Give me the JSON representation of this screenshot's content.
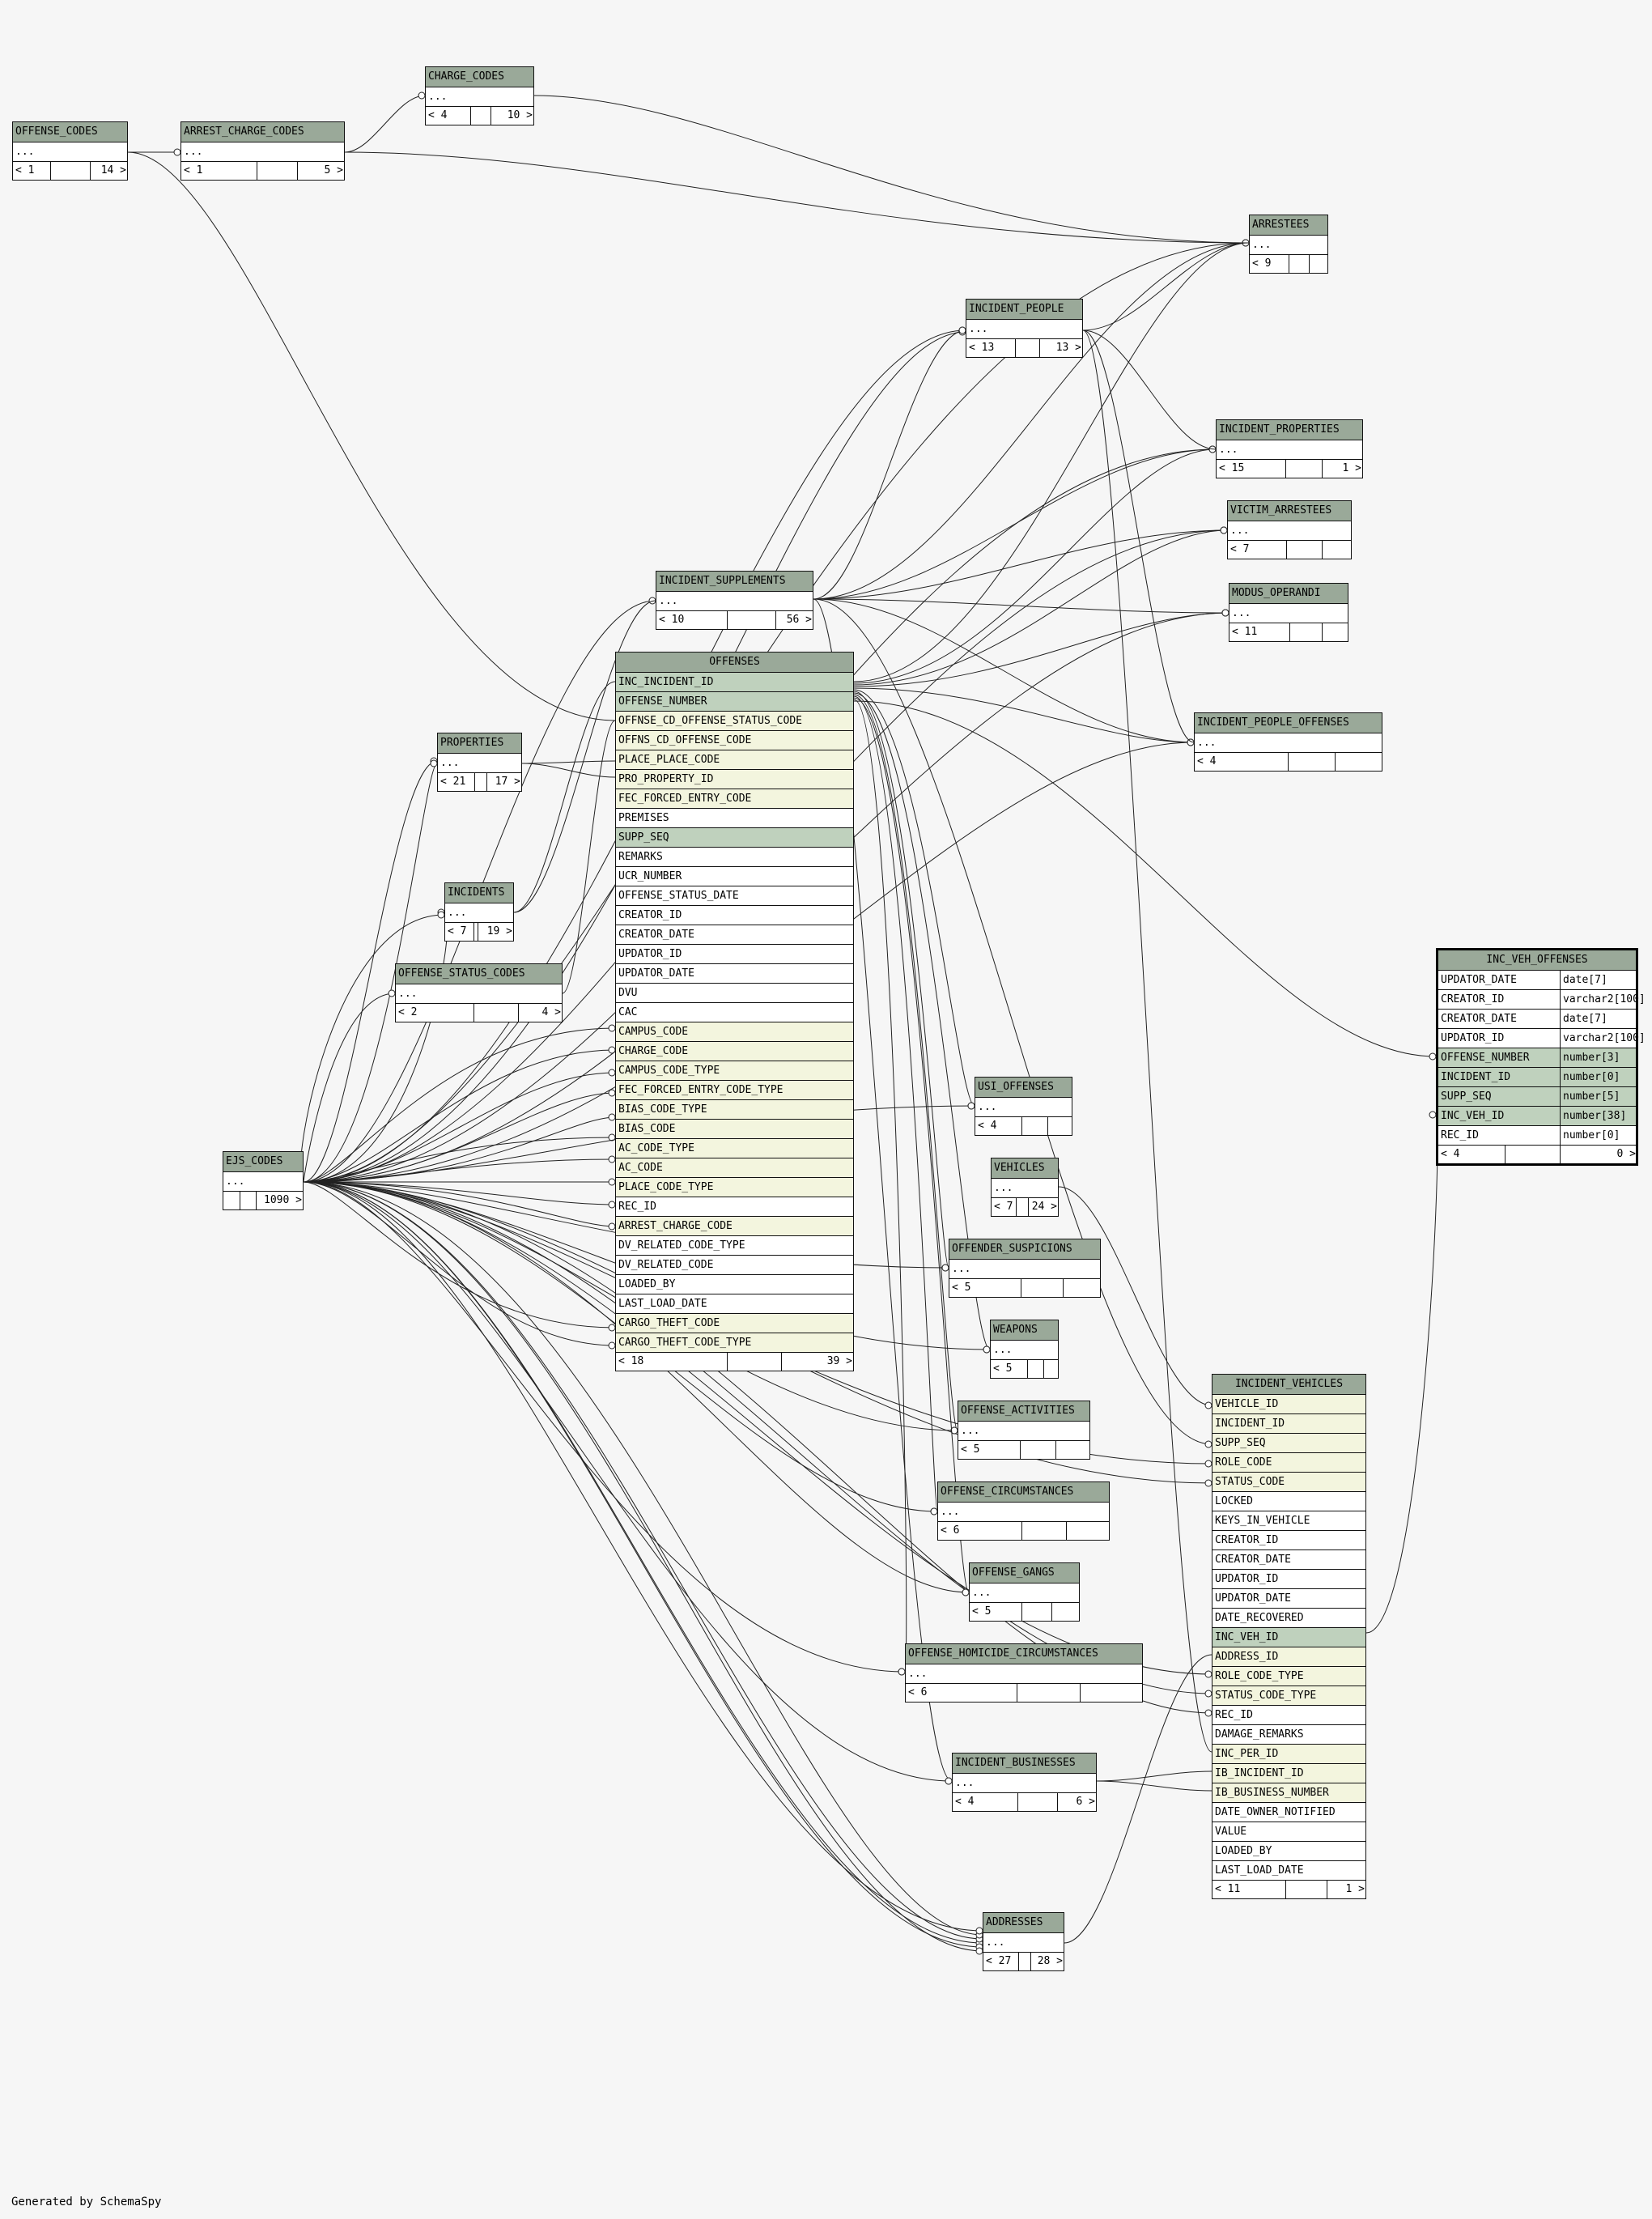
{
  "footer": "Generated by SchemaSpy",
  "tables": [
    {
      "name": "OFFENSE_CODES",
      "dots": "...",
      "left": "1",
      "right": "14"
    },
    {
      "name": "ARREST_CHARGE_CODES",
      "dots": "...",
      "left": "1",
      "right": "5"
    },
    {
      "name": "CHARGE_CODES",
      "dots": "...",
      "left": "4",
      "right": "10"
    },
    {
      "name": "ARRESTEES",
      "dots": "...",
      "left": "9",
      "right": ""
    },
    {
      "name": "INCIDENT_PEOPLE",
      "dots": "...",
      "left": "13",
      "right": "13"
    },
    {
      "name": "INCIDENT_PROPERTIES",
      "dots": "...",
      "left": "15",
      "right": "1"
    },
    {
      "name": "VICTIM_ARRESTEES",
      "dots": "...",
      "left": "7",
      "right": ""
    },
    {
      "name": "MODUS_OPERANDI",
      "dots": "...",
      "left": "11",
      "right": ""
    },
    {
      "name": "INCIDENT_SUPPLEMENTS",
      "dots": "...",
      "left": "10",
      "right": "56"
    },
    {
      "name": "INCIDENT_PEOPLE_OFFENSES",
      "dots": "...",
      "left": "4",
      "right": ""
    },
    {
      "name": "PROPERTIES",
      "dots": "...",
      "left": "21",
      "right": "17"
    },
    {
      "name": "INCIDENTS",
      "dots": "...",
      "left": "7",
      "right": "19"
    },
    {
      "name": "OFFENSE_STATUS_CODES",
      "dots": "...",
      "left": "2",
      "right": "4"
    },
    {
      "name": "EJS_CODES",
      "dots": "...",
      "left": "",
      "right": "1090"
    },
    {
      "name": "USI_OFFENSES",
      "dots": "...",
      "left": "4",
      "right": ""
    },
    {
      "name": "VEHICLES",
      "dots": "...",
      "left": "7",
      "right": "24"
    },
    {
      "name": "OFFENDER_SUSPICIONS",
      "dots": "...",
      "left": "5",
      "right": ""
    },
    {
      "name": "WEAPONS",
      "dots": "...",
      "left": "5",
      "right": ""
    },
    {
      "name": "OFFENSE_ACTIVITIES",
      "dots": "...",
      "left": "5",
      "right": ""
    },
    {
      "name": "OFFENSE_CIRCUMSTANCES",
      "dots": "...",
      "left": "6",
      "right": ""
    },
    {
      "name": "OFFENSE_GANGS",
      "dots": "...",
      "left": "5",
      "right": ""
    },
    {
      "name": "OFFENSE_HOMICIDE_CIRCUMSTANCES",
      "dots": "...",
      "left": "6",
      "right": ""
    },
    {
      "name": "INCIDENT_BUSINESSES",
      "dots": "...",
      "left": "4",
      "right": "6"
    },
    {
      "name": "ADDRESSES",
      "dots": "...",
      "left": "27",
      "right": "28"
    }
  ],
  "offenses": {
    "name": "OFFENSES",
    "columns": [
      {
        "name": "INC_INCIDENT_ID",
        "kind": "pk"
      },
      {
        "name": "OFFENSE_NUMBER",
        "kind": "pk"
      },
      {
        "name": "OFFNSE_CD_OFFENSE_STATUS_CODE",
        "kind": "fk"
      },
      {
        "name": "OFFNS_CD_OFFENSE_CODE",
        "kind": "fk"
      },
      {
        "name": "PLACE_PLACE_CODE",
        "kind": "fk"
      },
      {
        "name": "PRO_PROPERTY_ID",
        "kind": "fk"
      },
      {
        "name": "FEC_FORCED_ENTRY_CODE",
        "kind": "fk"
      },
      {
        "name": "PREMISES",
        "kind": ""
      },
      {
        "name": "SUPP_SEQ",
        "kind": "pk"
      },
      {
        "name": "REMARKS",
        "kind": ""
      },
      {
        "name": "UCR_NUMBER",
        "kind": ""
      },
      {
        "name": "OFFENSE_STATUS_DATE",
        "kind": ""
      },
      {
        "name": "CREATOR_ID",
        "kind": ""
      },
      {
        "name": "CREATOR_DATE",
        "kind": ""
      },
      {
        "name": "UPDATOR_ID",
        "kind": ""
      },
      {
        "name": "UPDATOR_DATE",
        "kind": ""
      },
      {
        "name": "DVU",
        "kind": ""
      },
      {
        "name": "CAC",
        "kind": ""
      },
      {
        "name": "CAMPUS_CODE",
        "kind": "fk"
      },
      {
        "name": "CHARGE_CODE",
        "kind": "fk"
      },
      {
        "name": "CAMPUS_CODE_TYPE",
        "kind": "fk"
      },
      {
        "name": "FEC_FORCED_ENTRY_CODE_TYPE",
        "kind": "fk"
      },
      {
        "name": "BIAS_CODE_TYPE",
        "kind": "fk"
      },
      {
        "name": "BIAS_CODE",
        "kind": "fk"
      },
      {
        "name": "AC_CODE_TYPE",
        "kind": "fk"
      },
      {
        "name": "AC_CODE",
        "kind": "fk"
      },
      {
        "name": "PLACE_CODE_TYPE",
        "kind": "fk"
      },
      {
        "name": "REC_ID",
        "kind": ""
      },
      {
        "name": "ARREST_CHARGE_CODE",
        "kind": "fk"
      },
      {
        "name": "DV_RELATED_CODE_TYPE",
        "kind": ""
      },
      {
        "name": "DV_RELATED_CODE",
        "kind": ""
      },
      {
        "name": "LOADED_BY",
        "kind": ""
      },
      {
        "name": "LAST_LOAD_DATE",
        "kind": ""
      },
      {
        "name": "CARGO_THEFT_CODE",
        "kind": "fk"
      },
      {
        "name": "CARGO_THEFT_CODE_TYPE",
        "kind": "fk"
      }
    ],
    "left": "18",
    "right": "39"
  },
  "incident_vehicles": {
    "name": "INCIDENT_VEHICLES",
    "columns": [
      {
        "name": "VEHICLE_ID",
        "kind": "fk"
      },
      {
        "name": "INCIDENT_ID",
        "kind": "fk"
      },
      {
        "name": "SUPP_SEQ",
        "kind": "fk"
      },
      {
        "name": "ROLE_CODE",
        "kind": "fk"
      },
      {
        "name": "STATUS_CODE",
        "kind": "fk"
      },
      {
        "name": "LOCKED",
        "kind": ""
      },
      {
        "name": "KEYS_IN_VEHICLE",
        "kind": ""
      },
      {
        "name": "CREATOR_ID",
        "kind": ""
      },
      {
        "name": "CREATOR_DATE",
        "kind": ""
      },
      {
        "name": "UPDATOR_ID",
        "kind": ""
      },
      {
        "name": "UPDATOR_DATE",
        "kind": ""
      },
      {
        "name": "DATE_RECOVERED",
        "kind": ""
      },
      {
        "name": "INC_VEH_ID",
        "kind": "pk"
      },
      {
        "name": "ADDRESS_ID",
        "kind": "fk"
      },
      {
        "name": "ROLE_CODE_TYPE",
        "kind": "fk"
      },
      {
        "name": "STATUS_CODE_TYPE",
        "kind": "fk"
      },
      {
        "name": "REC_ID",
        "kind": ""
      },
      {
        "name": "DAMAGE_REMARKS",
        "kind": ""
      },
      {
        "name": "INC_PER_ID",
        "kind": "fk"
      },
      {
        "name": "IB_INCIDENT_ID",
        "kind": "fk"
      },
      {
        "name": "IB_BUSINESS_NUMBER",
        "kind": "fk"
      },
      {
        "name": "DATE_OWNER_NOTIFIED",
        "kind": ""
      },
      {
        "name": "VALUE",
        "kind": ""
      },
      {
        "name": "LOADED_BY",
        "kind": ""
      },
      {
        "name": "LAST_LOAD_DATE",
        "kind": ""
      }
    ],
    "left": "11",
    "right": "1"
  },
  "inc_veh_offenses": {
    "name": "INC_VEH_OFFENSES",
    "columns": [
      {
        "name": "UPDATOR_DATE",
        "type": "date[7]",
        "kind": ""
      },
      {
        "name": "CREATOR_ID",
        "type": "varchar2[100]",
        "kind": ""
      },
      {
        "name": "CREATOR_DATE",
        "type": "date[7]",
        "kind": ""
      },
      {
        "name": "UPDATOR_ID",
        "type": "varchar2[100]",
        "kind": ""
      },
      {
        "name": "OFFENSE_NUMBER",
        "type": "number[3]",
        "kind": "pk"
      },
      {
        "name": "INCIDENT_ID",
        "type": "number[0]",
        "kind": "pk"
      },
      {
        "name": "SUPP_SEQ",
        "type": "number[5]",
        "kind": "pk"
      },
      {
        "name": "INC_VEH_ID",
        "type": "number[38]",
        "kind": "pk"
      },
      {
        "name": "REC_ID",
        "type": "number[0]",
        "kind": ""
      }
    ],
    "left": "4",
    "right": "0"
  }
}
